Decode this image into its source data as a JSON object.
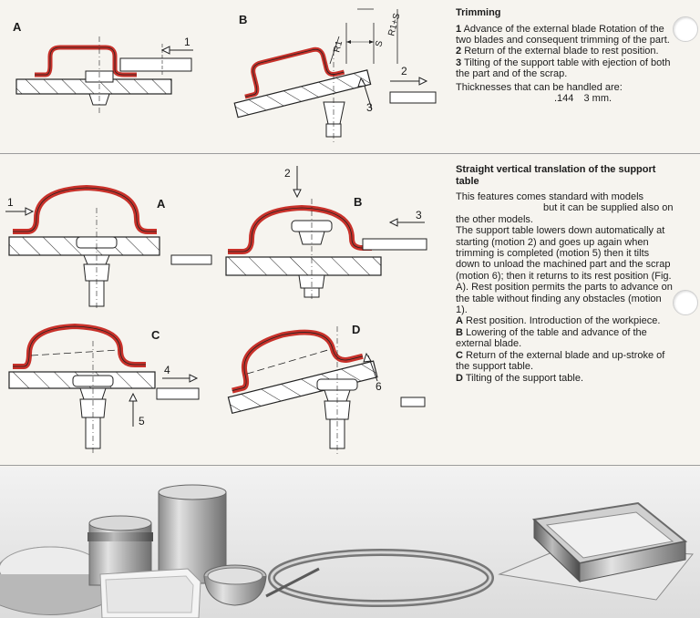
{
  "trimming": {
    "title": "Trimming",
    "step1_num": "1",
    "step1_text": "Advance of the external blade Rotation of the two blades and consequent trimming of the part.",
    "step2_num": "2",
    "step2_text": "Return of the external blade to rest position.",
    "step3_num": "3",
    "step3_text": "Tilting of the support table with ejection of both the part and of the scrap.",
    "thickness_text": "Thicknesses that can be handled are:",
    "thickness_value": ".144",
    "thickness_unit": "3 mm."
  },
  "translation": {
    "title": "Straight vertical translation of the support table",
    "p1_a": "This features comes standard with models",
    "p1_b": "but it can be supplied also on the other models.",
    "p2": "The support table lowers down automatically at starting (motion 2) and goes up again when trimming is completed (motion 5) then it tilts down to unload the machined part and the scrap (motion 6); then it returns to its rest position (Fig. A). Rest position permits the parts to advance on the table without finding any obstacles (motion 1).",
    "itemA_key": "A",
    "itemA_text": "Rest position. Introduction of the workpiece.",
    "itemB_key": "B",
    "itemB_text": "Lowering of the table and advance of the external blade.",
    "itemC_key": "C",
    "itemC_text": "Return of the external blade and up-stroke of the support table.",
    "itemD_key": "D",
    "itemD_text": "Tilting of the support table."
  },
  "figures": {
    "top_A": "A",
    "top_B": "B",
    "top_arrow1": "1",
    "top_arrow2": "2",
    "top_arrow3": "3",
    "dim_R1": "R1",
    "dim_S": "S",
    "dim_R1S": "R1+S",
    "mid_A": "A",
    "mid_B": "B",
    "mid_C": "C",
    "mid_D": "D",
    "mid_arrow1": "1",
    "mid_arrow2": "2",
    "mid_arrow3": "3",
    "mid_arrow4": "4",
    "mid_arrow5": "5",
    "mid_arrow6": "6"
  },
  "colors": {
    "metal_red": "#c8312a",
    "page_bg": "#f6f4ef",
    "photo_bg": "#e9e9e9"
  }
}
